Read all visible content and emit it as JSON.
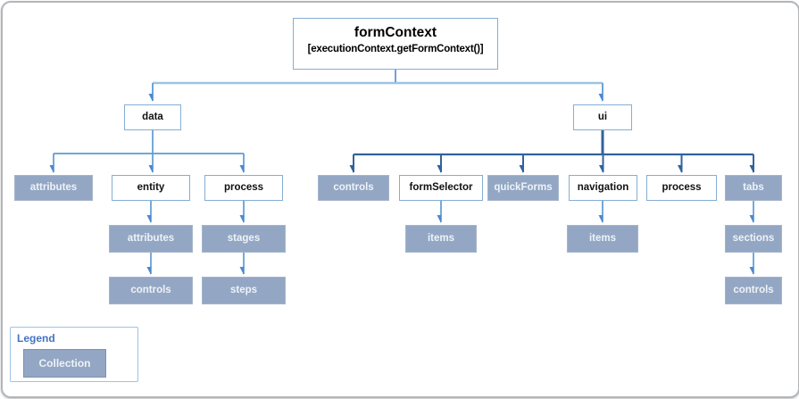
{
  "root": {
    "label": "formContext",
    "sublabel": "[executionContext.getFormContext()]"
  },
  "nodes": {
    "data": "data",
    "ui": "ui",
    "data_attributes": "attributes",
    "entity": "entity",
    "data_process": "process",
    "entity_attributes": "attributes",
    "entity_controls": "controls",
    "stages": "stages",
    "steps": "steps",
    "ui_controls": "controls",
    "formSelector": "formSelector",
    "quickForms": "quickForms",
    "navigation": "navigation",
    "ui_process": "process",
    "tabs": "tabs",
    "formSelector_items": "items",
    "navigation_items": "items",
    "sections": "sections",
    "sections_controls": "controls"
  },
  "legend": {
    "title": "Legend",
    "collection": "Collection"
  },
  "colors": {
    "object_node_border": "#84aed3",
    "collection_node_fill": "#93a7c4",
    "collection_node_text": "#eef2f7",
    "connector_light": "#5b9bd5",
    "connector_light_arrow": "#4a89d0",
    "connector_root_horizontal": "#9dc3e6",
    "connector_dark": "#31639c",
    "legend_title_text": "#4472c4",
    "frame_border": "#b2b6ba"
  }
}
